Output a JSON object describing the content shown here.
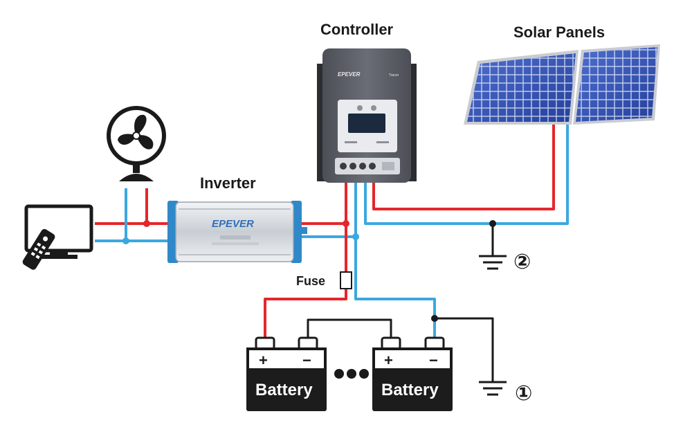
{
  "labels": {
    "controller": "Controller",
    "solar_panels": "Solar Panels",
    "inverter": "Inverter",
    "fuse": "Fuse",
    "battery_left": "Battery",
    "battery_right": "Battery",
    "ground_1": "①",
    "ground_2": "②",
    "plus_left": "+",
    "minus_left": "−",
    "plus_right": "+",
    "minus_right": "−"
  },
  "brand": {
    "inverter_logo": "EPEVER",
    "controller_logo": "EPEVER"
  },
  "colors": {
    "positive_wire": "#e5262c",
    "negative_wire": "#3aa8e0",
    "ground_wire": "#1a1a1a",
    "panel_cell": "#2f4fa8",
    "controller_body": "#5d6068",
    "battery_body": "#1c1c1c"
  },
  "icons": [
    "fan-icon",
    "tv-icon",
    "remote-icon",
    "ground-icon"
  ]
}
